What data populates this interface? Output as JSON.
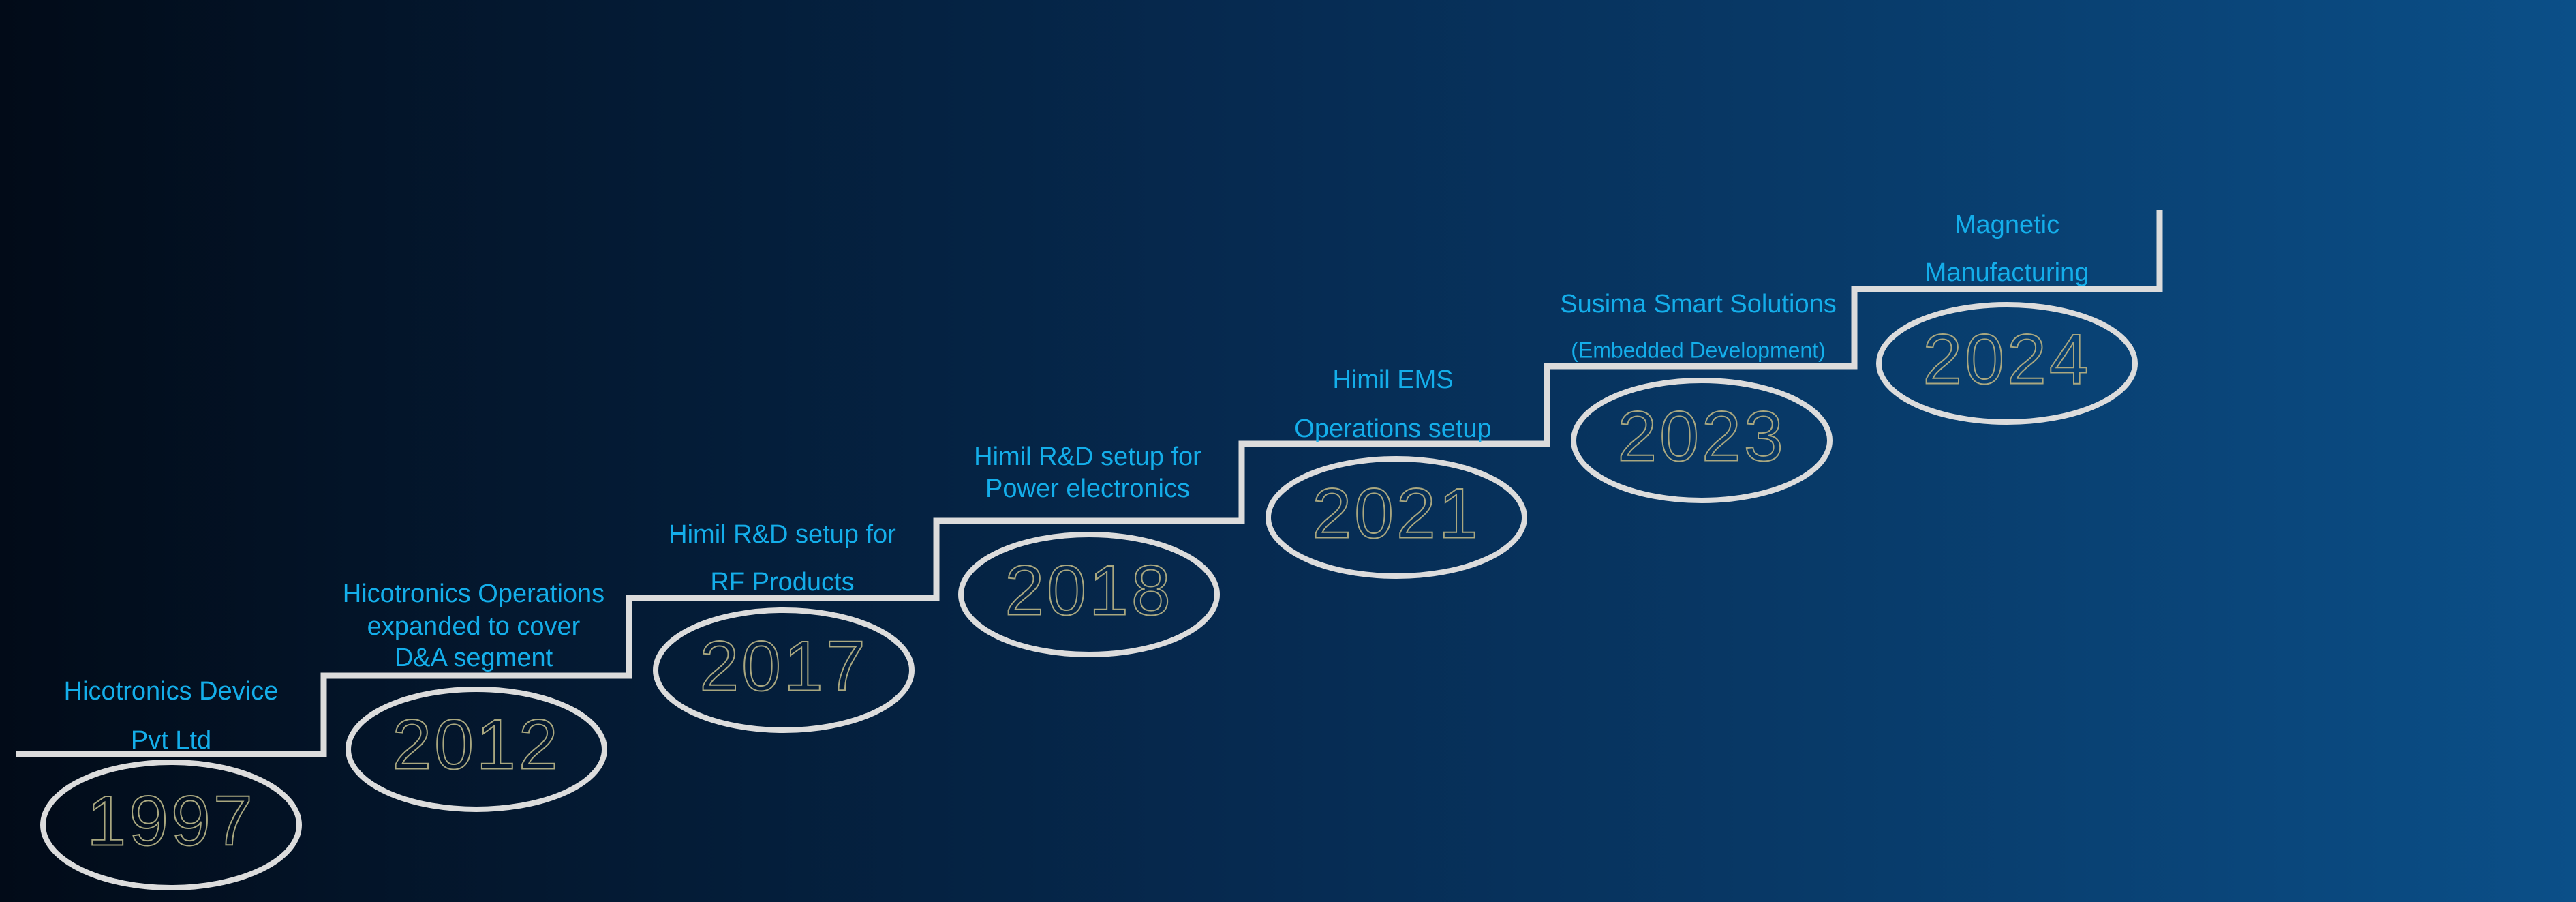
{
  "colors": {
    "background_left": "#020b18",
    "background_right": "#0b4f88",
    "label": "#14aeea",
    "line": "#dcdcdc"
  },
  "milestones": [
    {
      "year": "1997",
      "lines": [
        "Hicotronics Device",
        "Pvt Ltd"
      ]
    },
    {
      "year": "2012",
      "lines": [
        "Hicotronics Operations",
        "expanded to cover",
        "D&A segment"
      ]
    },
    {
      "year": "2017",
      "lines": [
        "Himil R&D setup for",
        "RF Products"
      ]
    },
    {
      "year": "2018",
      "lines": [
        "Himil R&D setup for",
        "Power electronics"
      ]
    },
    {
      "year": "2021",
      "lines": [
        "Himil EMS",
        "Operations setup"
      ]
    },
    {
      "year": "2023",
      "lines": [
        "Susima Smart Solutions",
        "(Embedded Development)"
      ]
    },
    {
      "year": "2024",
      "lines": [
        "Magnetic",
        "Manufacturing"
      ]
    }
  ]
}
